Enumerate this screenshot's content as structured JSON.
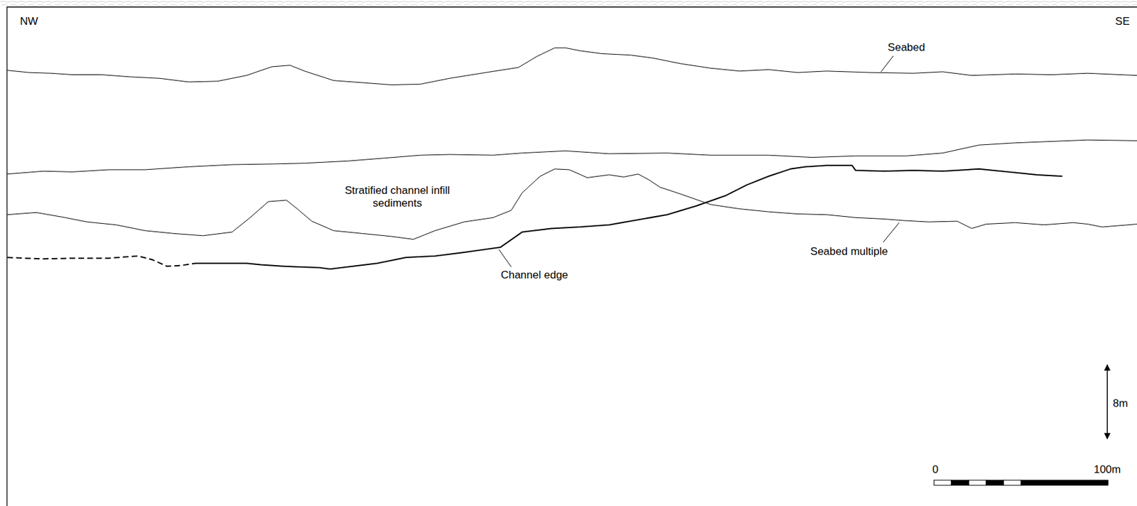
{
  "diagram": {
    "labels": [
      "NW",
      "SE",
      "Seabed",
      "Stratified channel infill sediments",
      "Channel edge",
      "Seabed multiple",
      "8m",
      "0",
      "100m"
    ]
  }
}
